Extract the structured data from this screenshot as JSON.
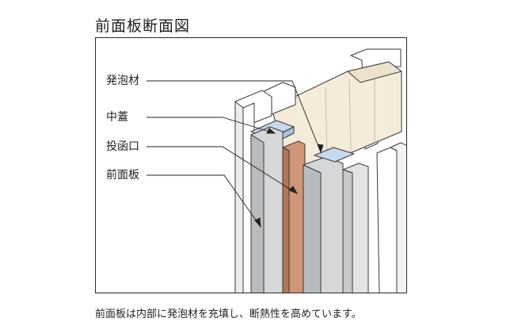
{
  "title": "前面板断面図",
  "labels": {
    "foam": "発泡材",
    "middle_lid": "中蓋",
    "slot": "投函口",
    "front_panel": "前面板"
  },
  "caption": "前面板は内部に発泡材を充填し、断熱性を高めています。",
  "colors": {
    "foam": "#f4ecd9",
    "middle_lid": "#c7d9ee",
    "slot": "#cf9677",
    "panel": "#d5d7d9",
    "outline": "#3a3a3a"
  }
}
